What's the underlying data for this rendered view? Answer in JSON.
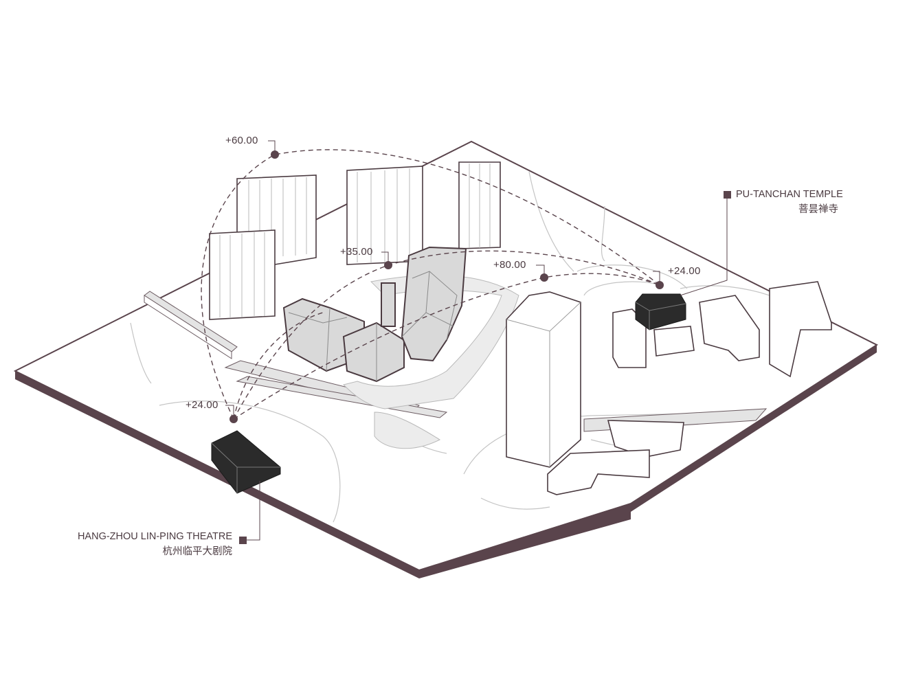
{
  "elevations": {
    "a": "+60.00",
    "b": "+35.00",
    "c": "+80.00",
    "d": "+24.00",
    "e": "+24.00"
  },
  "labels": {
    "temple_en": "PU-TANCHAN TEMPLE",
    "temple_cn": "菩昙禅寺",
    "theatre_en": "HANG-ZHOU LIN-PING THEATRE",
    "theatre_cn": "杭州临平大剧院"
  },
  "colors": {
    "accent": "#5a444c",
    "outline": "#4a3a40",
    "line": "#bdbdbd",
    "proposed_fill": "#d9d9d9",
    "landmark_fill": "#2b2b2b"
  }
}
